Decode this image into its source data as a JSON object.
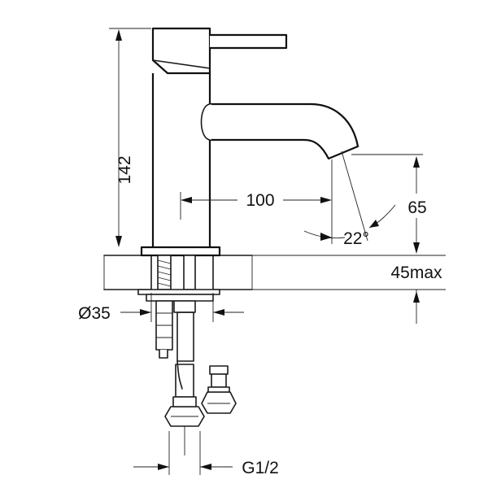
{
  "dimensions": {
    "height_total": "142",
    "spout_reach": "100",
    "spout_height": "65",
    "spout_angle": "22°",
    "deck_thickness": "45max",
    "base_diameter": "Ø35",
    "connection_thread": "G1/2"
  },
  "colors": {
    "line": "#1a1a1a",
    "background": "#ffffff"
  }
}
